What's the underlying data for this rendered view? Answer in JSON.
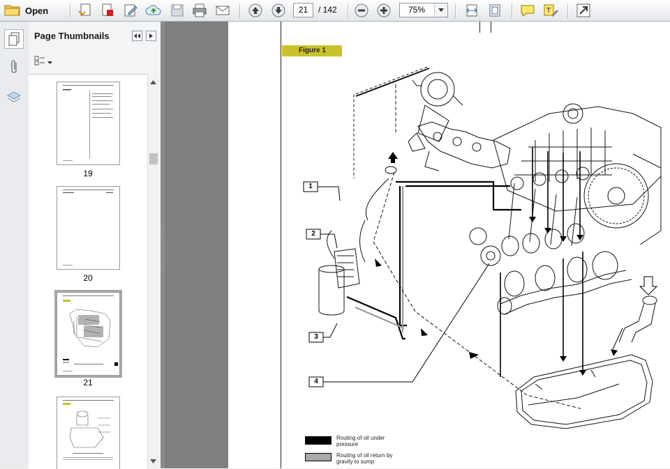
{
  "toolbar": {
    "open_label": "Open",
    "page_current": "21",
    "page_total": "/ 142",
    "zoom_value": "75%"
  },
  "nav_panel": {
    "title": "Page Thumbnails",
    "thumbnails": [
      {
        "label": "19"
      },
      {
        "label": "20"
      },
      {
        "label": "21",
        "selected": true
      },
      {
        "label": ""
      }
    ]
  },
  "document": {
    "figure_label": "Figure 1",
    "callouts": [
      "1",
      "2",
      "3",
      "4"
    ],
    "legend": [
      {
        "text": "Routing of oil under pressure",
        "color": "#000000"
      },
      {
        "text": "Routing of oil return by gravity to sump",
        "color": "#a8a8a8"
      }
    ]
  },
  "colors": {
    "figure_label_bg": "#c9c22a",
    "page_bg": "#ffffff",
    "workspace_bg": "#7f7f7f"
  }
}
